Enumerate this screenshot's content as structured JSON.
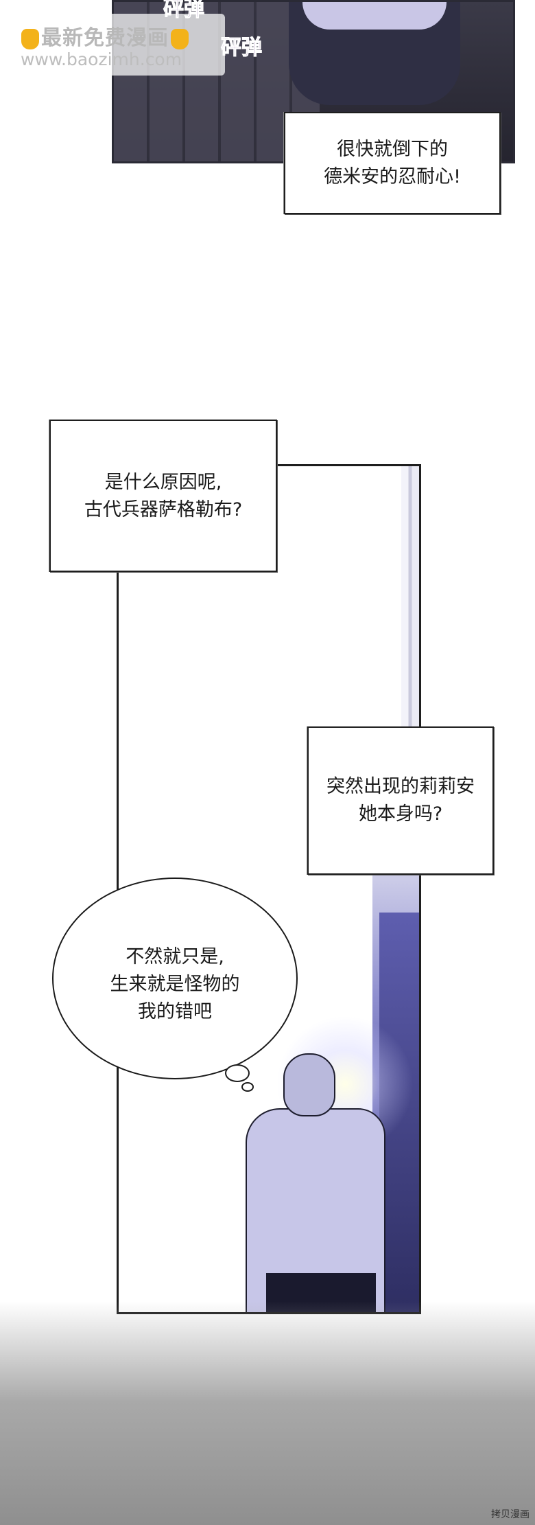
{
  "watermark": {
    "title": "最新免费漫画",
    "url": "www.baozimh.com"
  },
  "sound_effects": [
    "砰弹",
    "砰弹"
  ],
  "captions": {
    "top": [
      "很快就倒下的",
      "德米安的忍耐心!"
    ],
    "question1": [
      "是什么原因呢,",
      "古代兵器萨格勒布?"
    ],
    "question2": [
      "突然出现的莉莉安",
      "她本身吗?"
    ]
  },
  "thought": [
    "不然就只是,",
    "生来就是怪物的",
    "我的错吧"
  ],
  "credit": "拷贝漫画"
}
